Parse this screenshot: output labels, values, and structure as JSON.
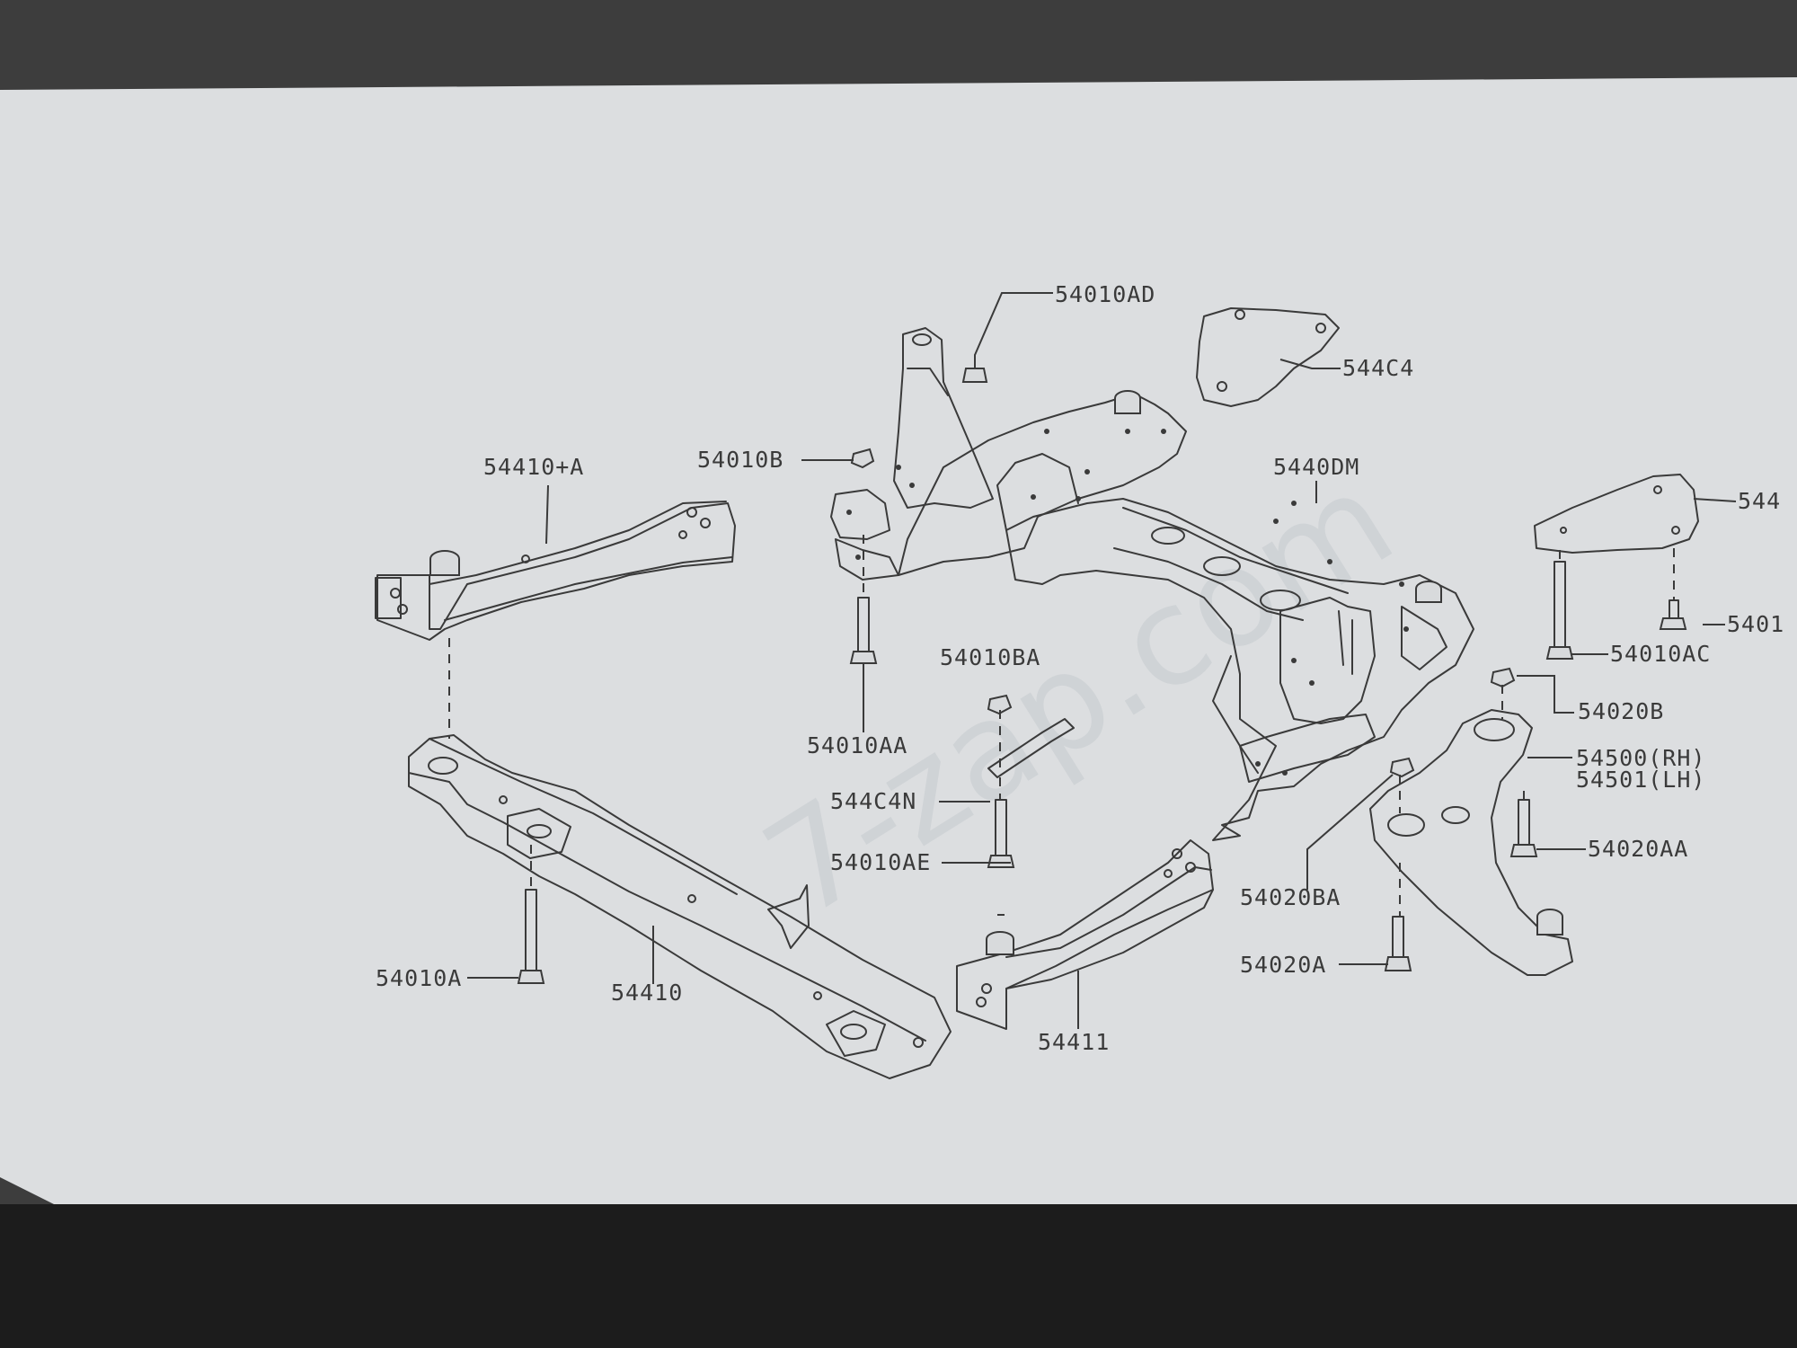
{
  "watermark": "7-zap.com",
  "labels": {
    "l_54010AD": "54010AD",
    "l_544C4_top": "544C4",
    "l_54410A": "54410+A",
    "l_54010B": "54010B",
    "l_5440DM": "5440DM",
    "l_544_right": "544",
    "l_5401_right": "5401",
    "l_54010BA": "54010BA",
    "l_54010AC": "54010AC",
    "l_54020B": "54020B",
    "l_54010AA": "54010AA",
    "l_544C4N": "544C4N",
    "l_54500": "54500(RH)",
    "l_54501": "54501(LH)",
    "l_54010AE": "54010AE",
    "l_54020AA": "54020AA",
    "l_54020BA": "54020BA",
    "l_54020A": "54020A",
    "l_54010A": "54010A",
    "l_54410": "54410",
    "l_54411": "54411"
  }
}
